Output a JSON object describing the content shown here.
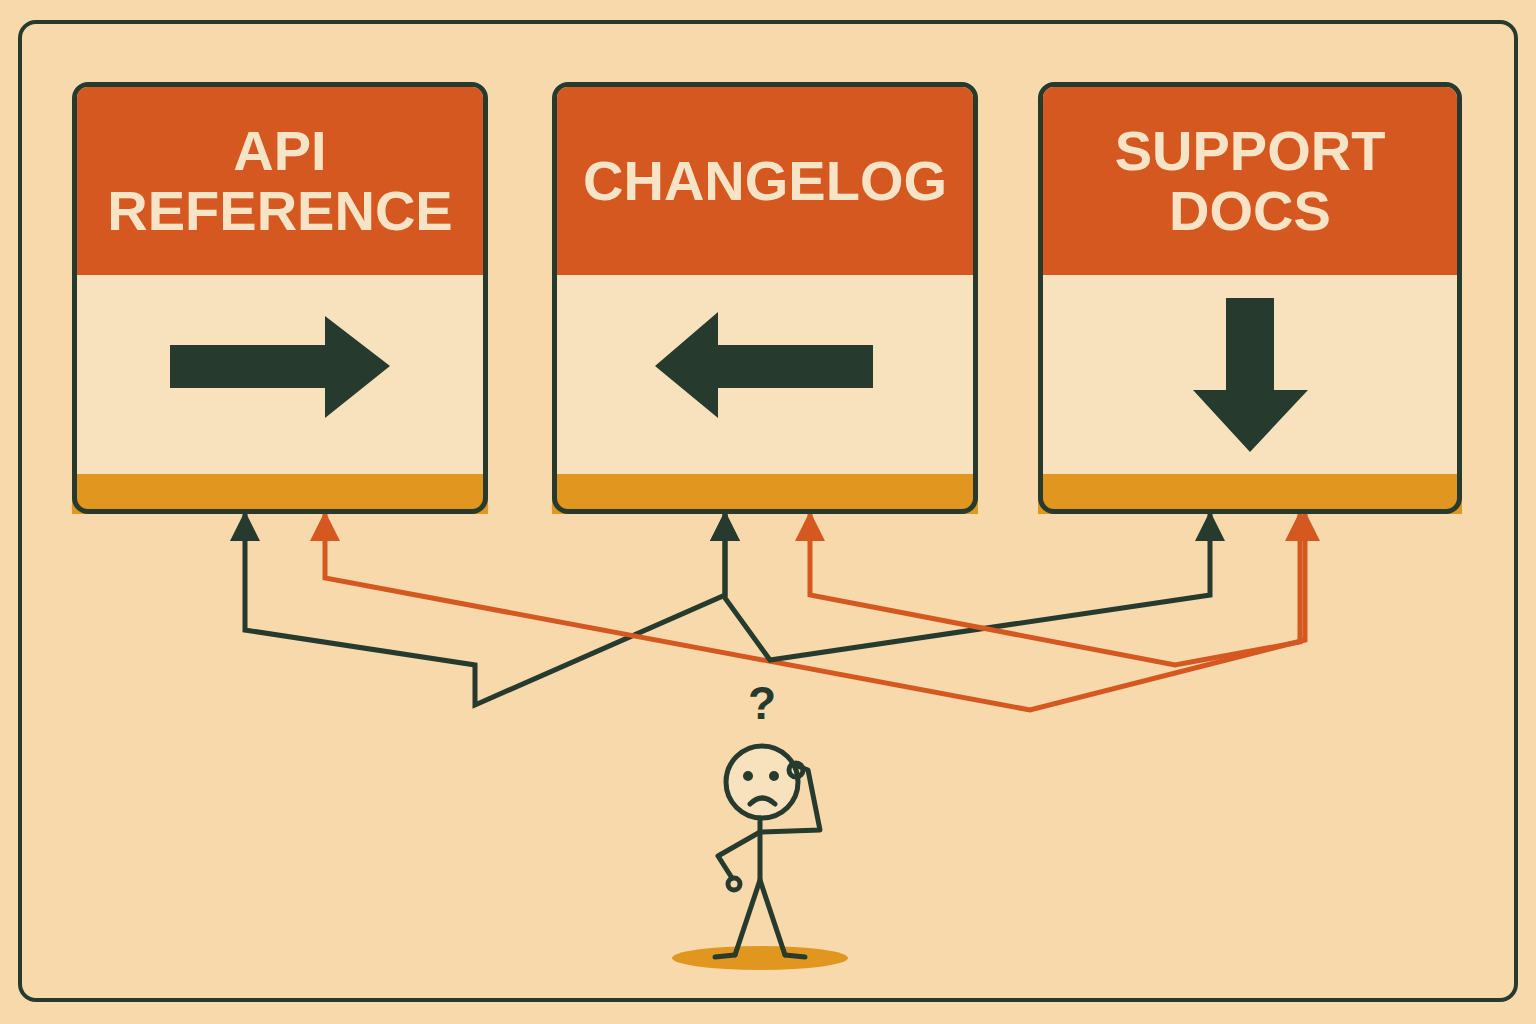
{
  "diagram": {
    "nodes": [
      {
        "text": [
          "API REFERENCE"
        ]
      },
      {
        "text": [
          "CHANGELOG"
        ]
      },
      {
        "text": [
          "SUPPORT DOCS"
        ]
      }
    ],
    "edges": [
      {
        "from": 0,
        "to": 1,
        "arrow": "both"
      },
      {
        "from": 0,
        "to": 2,
        "arrow": "both"
      },
      {
        "from": 1,
        "to": 2,
        "arrow": "both"
      },
      {
        "from": 1,
        "to": 2,
        "arrow": "both"
      }
    ],
    "labels": [
      "?"
    ]
  }
}
